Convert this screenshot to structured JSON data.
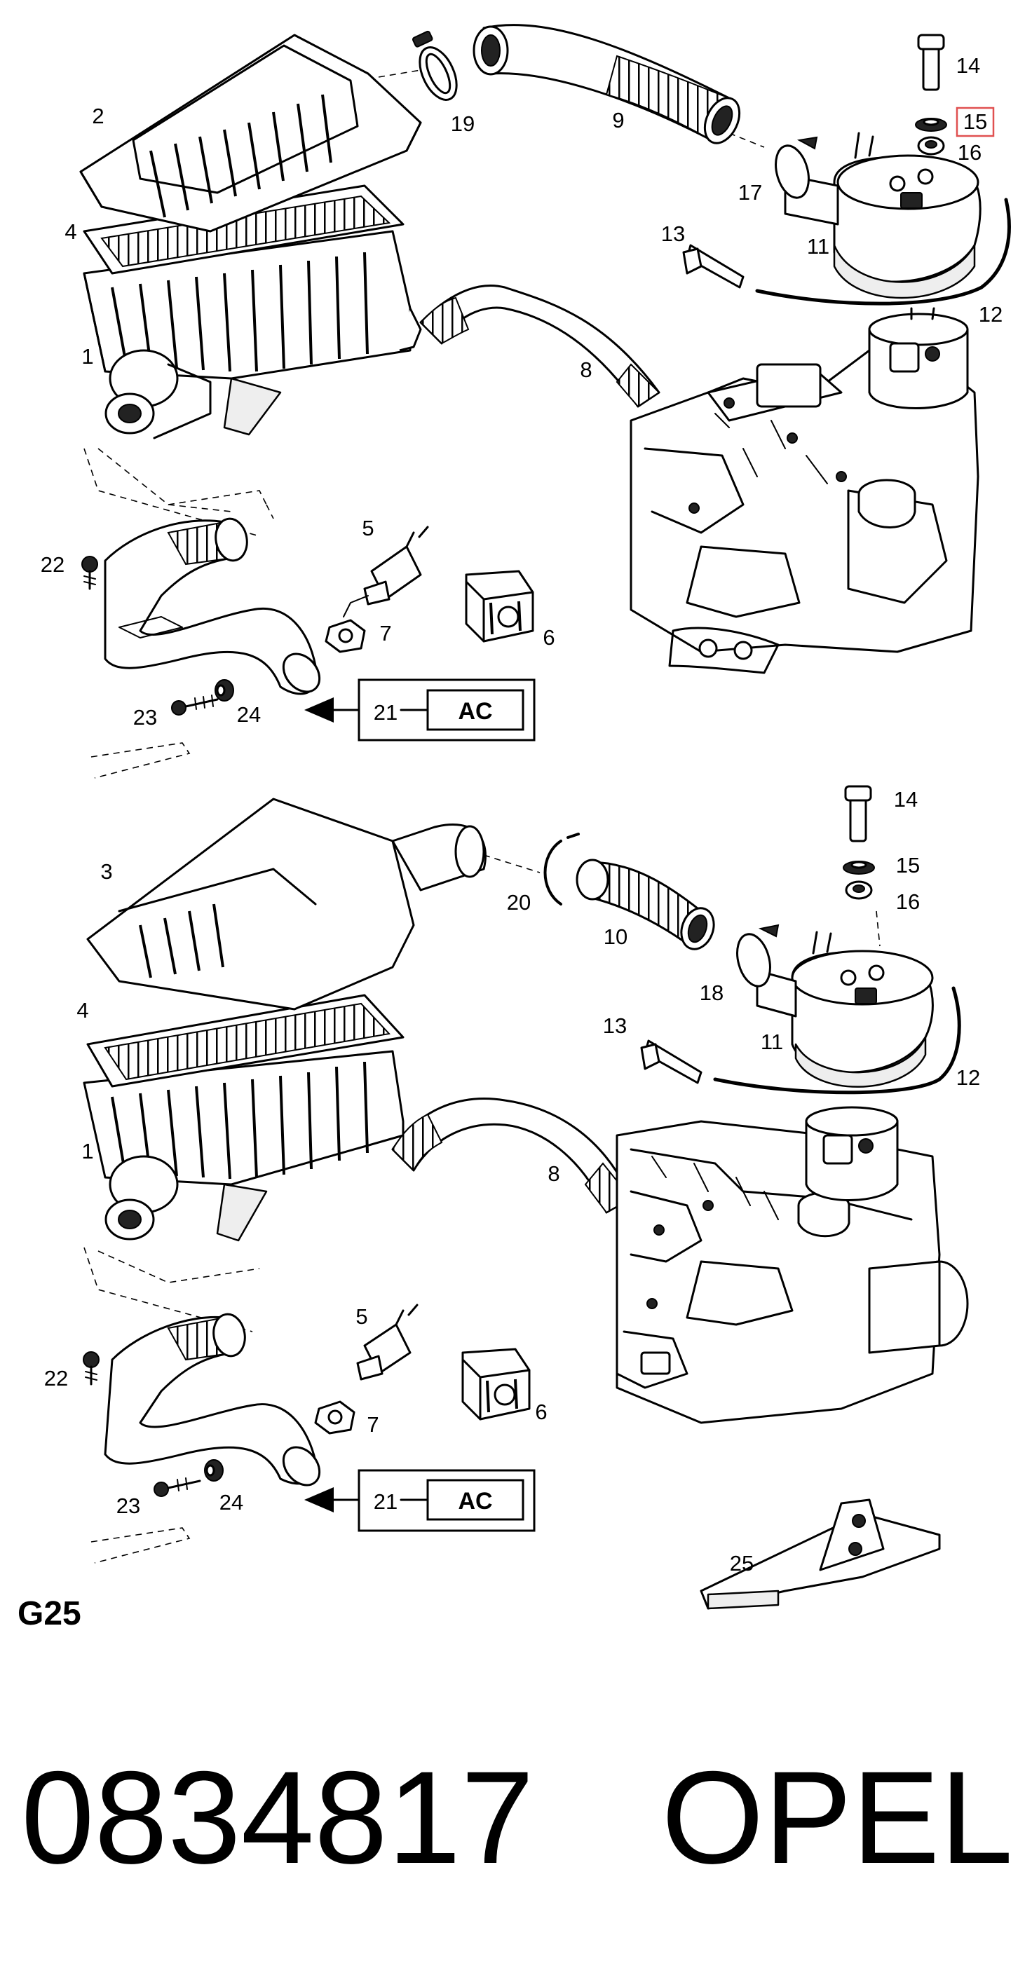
{
  "sheet": {
    "section_code": "G25",
    "part_number": "0834817",
    "brand": "OPEL"
  },
  "callouts": {
    "upper": {
      "c1": "1",
      "c2": "2",
      "c4": "4",
      "c5": "5",
      "c6": "6",
      "c7": "7",
      "c8": "8",
      "c9": "9",
      "c11": "11",
      "c12": "12",
      "c13": "13",
      "c14": "14",
      "c15": "15",
      "c16": "16",
      "c17": "17",
      "c19": "19",
      "c21": "21",
      "c22": "22",
      "c23": "23",
      "c24": "24"
    },
    "lower": {
      "c1": "1",
      "c3": "3",
      "c4": "4",
      "c5": "5",
      "c6": "6",
      "c7": "7",
      "c8": "8",
      "c10": "10",
      "c11": "11",
      "c12": "12",
      "c13": "13",
      "c14": "14",
      "c15": "15",
      "c16": "16",
      "c18": "18",
      "c20": "20",
      "c21": "21",
      "c22": "22",
      "c23": "23",
      "c24": "24",
      "c25": "25"
    }
  },
  "boxes": {
    "upper_ac": "AC",
    "lower_ac": "AC"
  },
  "highlight": {
    "callout": "15",
    "color": "#e05050"
  }
}
